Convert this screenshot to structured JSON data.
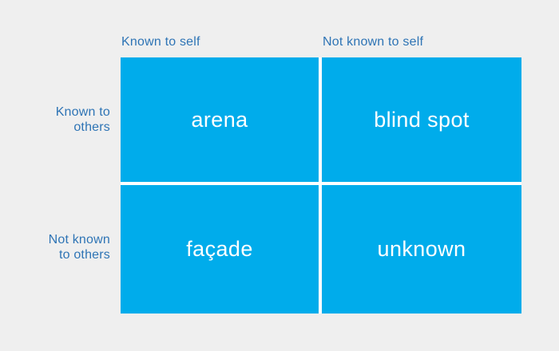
{
  "diagram": {
    "type": "johari-window-quadrant"
  },
  "column_headers": [
    {
      "label": "Known to self"
    },
    {
      "label": "Not known to self"
    }
  ],
  "row_headers": [
    {
      "lines": [
        "Known to",
        "others"
      ]
    },
    {
      "lines": [
        "Not known",
        "to others"
      ]
    }
  ],
  "quadrants": [
    {
      "name": "arena"
    },
    {
      "name": "blind spot"
    },
    {
      "name": "façade"
    },
    {
      "name": "unknown"
    }
  ],
  "colors": {
    "background": "#efefef",
    "cell": "#00aceb",
    "cell_label": "#ffffff",
    "axis_label": "#2e74b5",
    "grid_gap": "#ffffff"
  }
}
